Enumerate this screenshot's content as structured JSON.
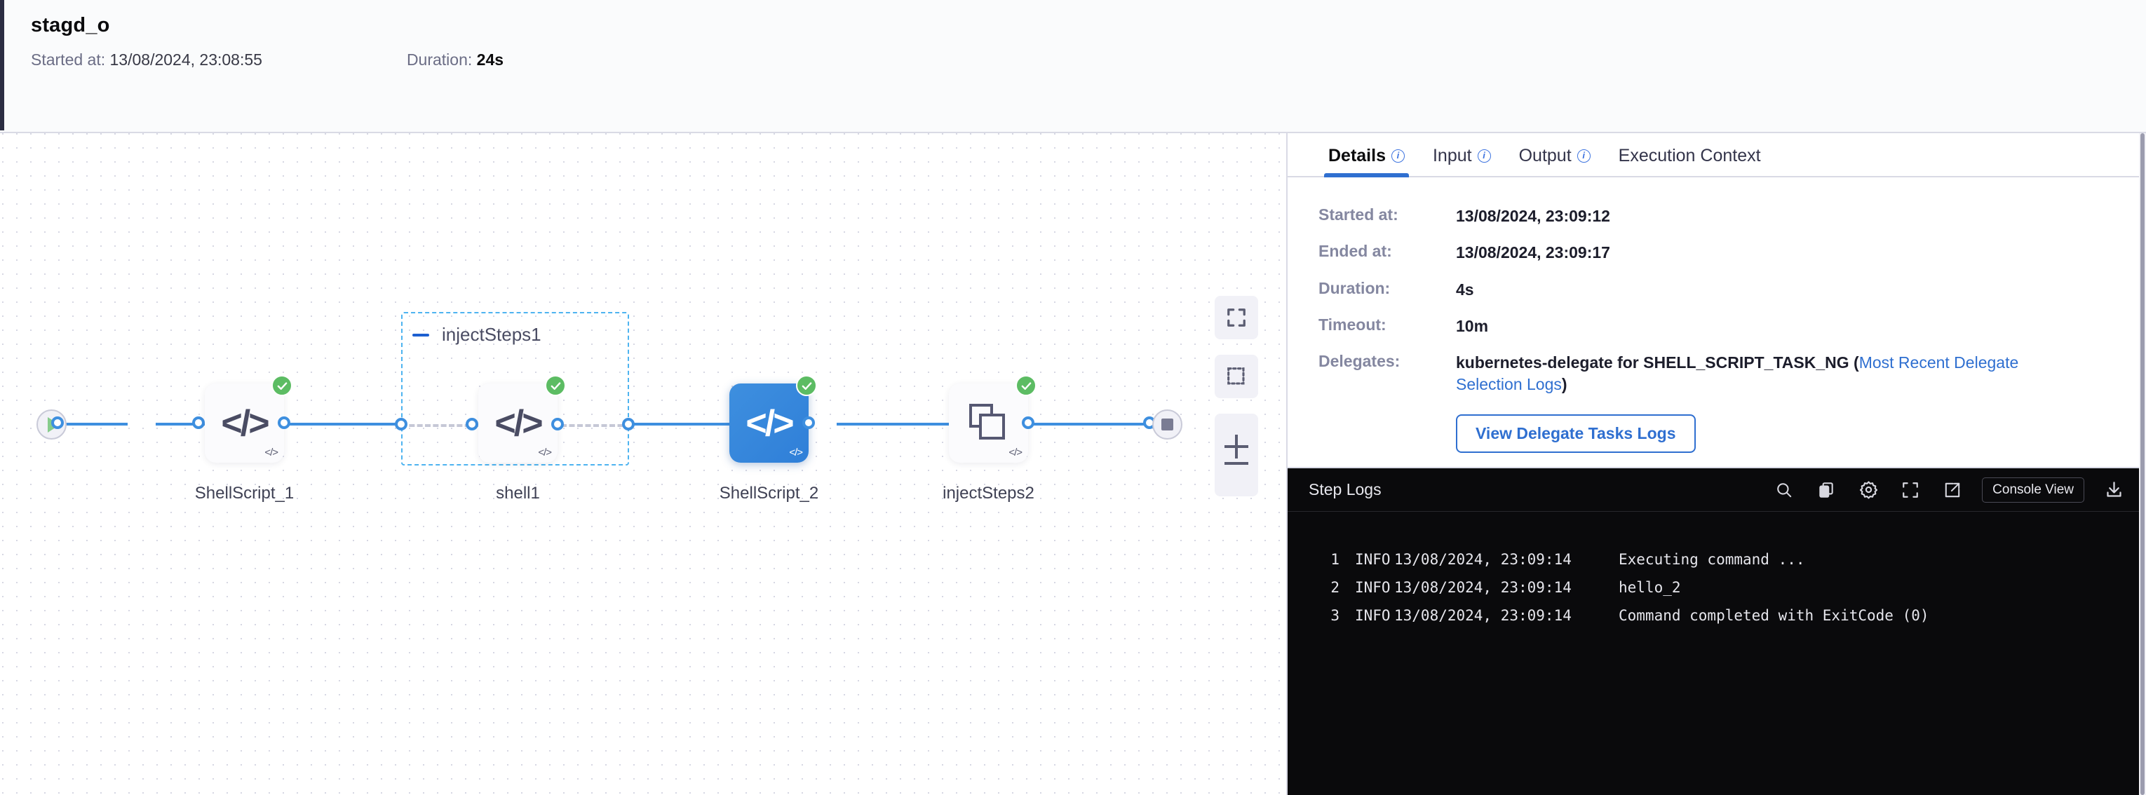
{
  "header": {
    "title": "stagd_o",
    "started_label": "Started at:",
    "started_value": "13/08/2024, 23:08:55",
    "duration_label": "Duration:",
    "duration_value": "24s"
  },
  "canvas": {
    "group": {
      "label": "injectSteps1"
    },
    "nodes": [
      {
        "id": "shellscript1",
        "label": "ShellScript_1",
        "icon": "code-icon",
        "status": "success",
        "selected": false
      },
      {
        "id": "shell1",
        "label": "shell1",
        "icon": "code-icon",
        "status": "success",
        "selected": false
      },
      {
        "id": "shellscript2",
        "label": "ShellScript_2",
        "icon": "code-icon",
        "status": "success",
        "selected": true
      },
      {
        "id": "injectsteps2",
        "label": "injectSteps2",
        "icon": "copies-icon",
        "status": "success",
        "selected": false
      }
    ],
    "controls": [
      {
        "name": "fit-to-screen-button",
        "icon": "expand-icon"
      },
      {
        "name": "select-area-button",
        "icon": "dashed-square-icon"
      },
      {
        "name": "zoom-in-button",
        "icon": "plus-icon"
      },
      {
        "name": "zoom-out-button",
        "icon": "minus-icon"
      }
    ]
  },
  "panel": {
    "tabs": [
      {
        "label": "Details",
        "info": true,
        "active": true
      },
      {
        "label": "Input",
        "info": true,
        "active": false
      },
      {
        "label": "Output",
        "info": true,
        "active": false
      },
      {
        "label": "Execution Context",
        "info": false,
        "active": false
      }
    ],
    "details": {
      "started_at_label": "Started at:",
      "started_at_value": "13/08/2024, 23:09:12",
      "ended_at_label": "Ended at:",
      "ended_at_value": "13/08/2024, 23:09:17",
      "duration_label": "Duration:",
      "duration_value": "4s",
      "timeout_label": "Timeout:",
      "timeout_value": "10m",
      "delegates_label": "Delegates:",
      "delegates_value_prefix": "kubernetes-delegate for SHELL_SCRIPT_TASK_NG (",
      "delegates_link": "Most Recent Delegate Selection Logs",
      "delegates_value_suffix": ")",
      "view_delegate_button": "View Delegate Tasks Logs"
    }
  },
  "logs": {
    "title": "Step Logs",
    "console_view_label": "Console View",
    "tools": [
      {
        "name": "search-icon"
      },
      {
        "name": "copy-icon"
      },
      {
        "name": "gear-icon"
      },
      {
        "name": "fullscreen-icon"
      },
      {
        "name": "external-link-icon"
      },
      {
        "name": "download-icon"
      }
    ],
    "lines": [
      {
        "no": "1",
        "level": "INFO",
        "timestamp": "13/08/2024, 23:09:14",
        "message": "Executing command ..."
      },
      {
        "no": "2",
        "level": "INFO",
        "timestamp": "13/08/2024, 23:09:14",
        "message": "hello_2"
      },
      {
        "no": "3",
        "level": "INFO",
        "timestamp": "13/08/2024, 23:09:14",
        "message": "Command completed with ExitCode (0)"
      }
    ]
  },
  "colors": {
    "accent_blue": "#2f6fd0",
    "edge_blue": "#3e8fdf",
    "success_green": "#5cbc63",
    "group_border": "#4db3f0",
    "console_bg": "#0a0a0c"
  }
}
